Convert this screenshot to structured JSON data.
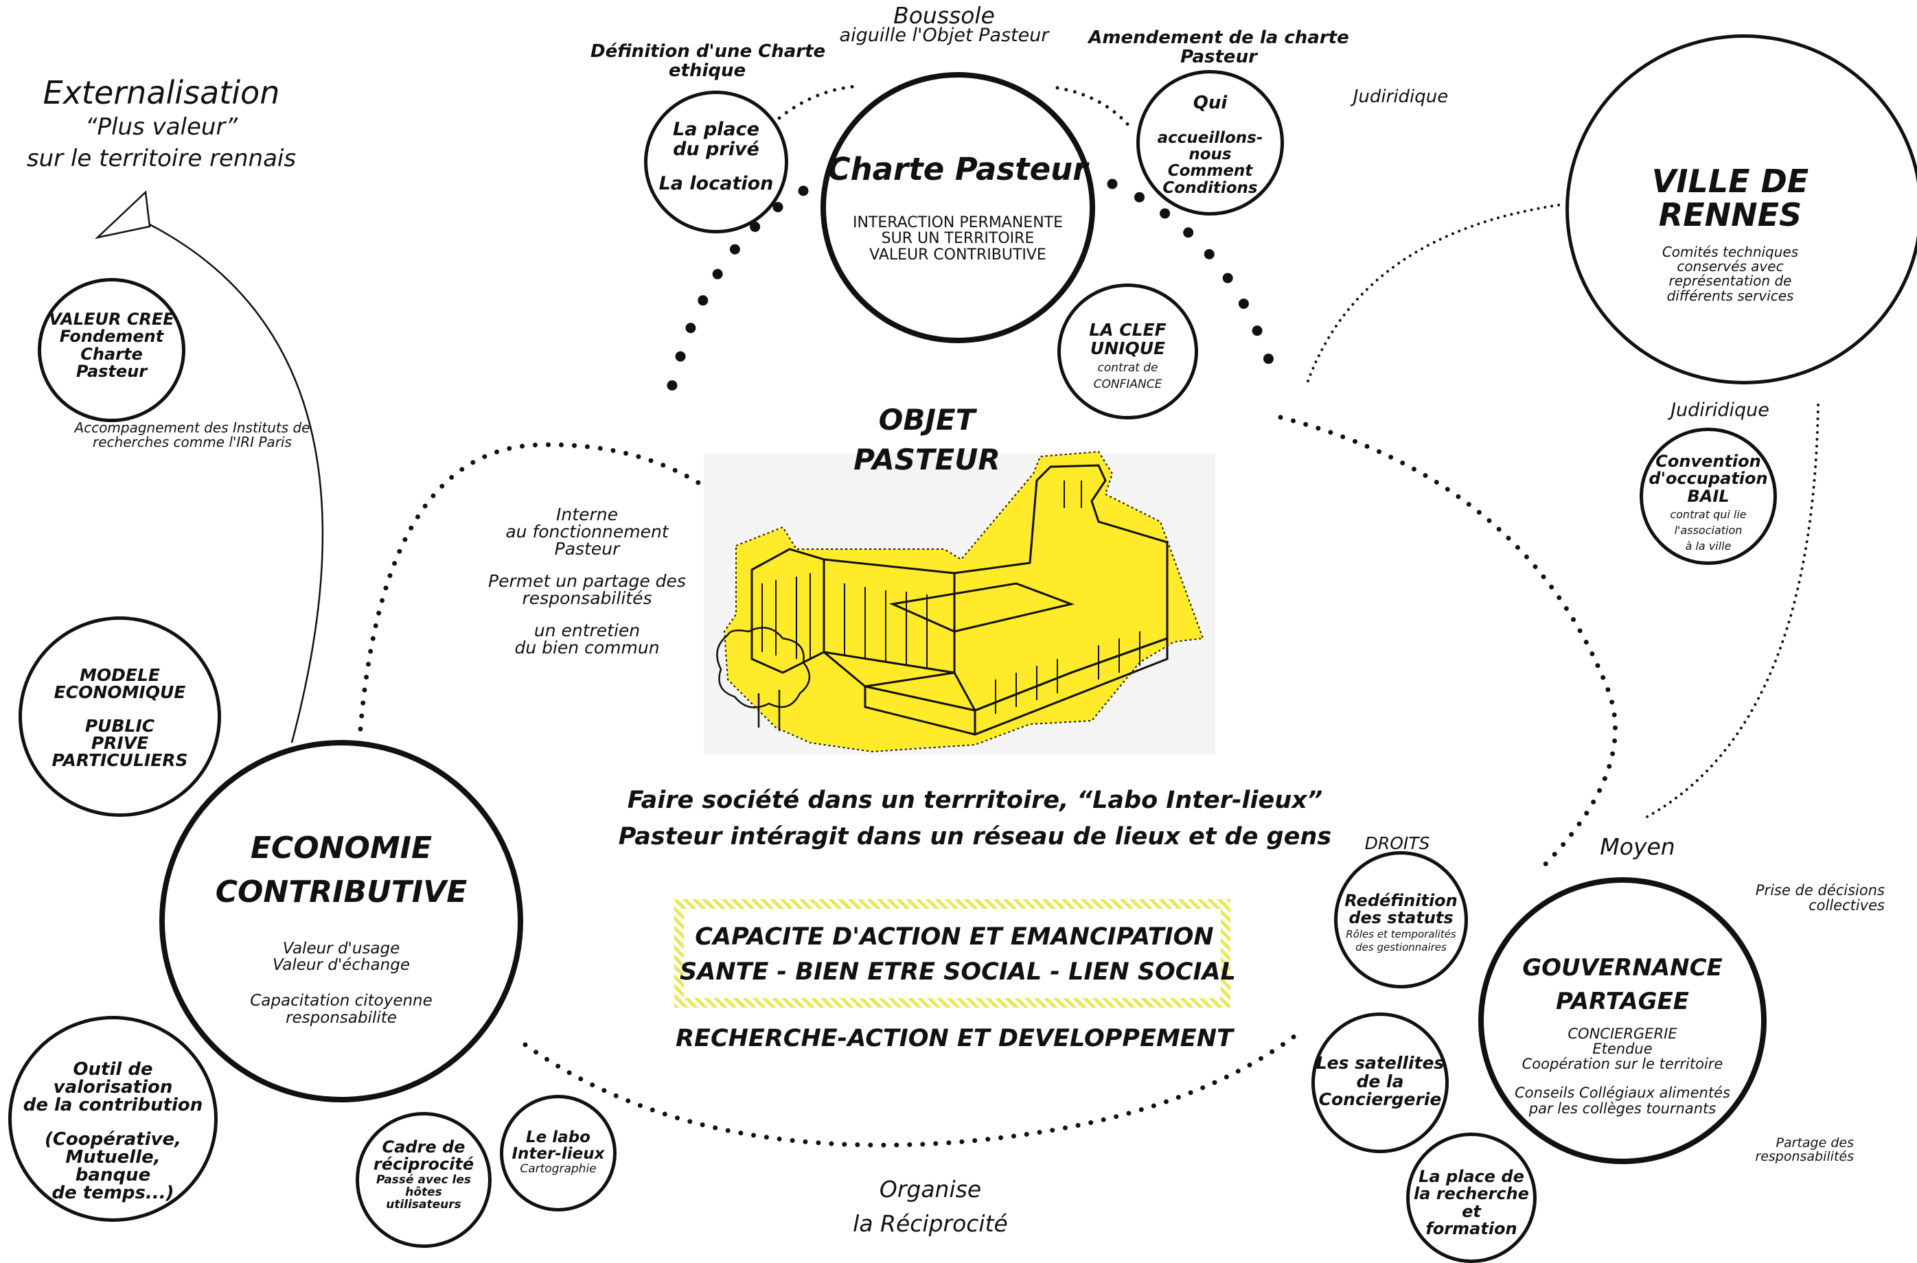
{
  "top": {
    "boussole": "Boussole",
    "aiguille": "aiguille l'Objet Pasteur",
    "definition_1": "Définition d'une Charte",
    "definition_2": "ethique",
    "amendement_1": "Amendement de la charte",
    "amendement_2": "Pasteur",
    "judiridique_top": "Judiridique"
  },
  "externalisation": {
    "title": "Externalisation",
    "line2": "“Plus valeur”",
    "line3": "sur le territoire rennais"
  },
  "charte": {
    "title": "Charte Pasteur",
    "sub1": "INTERACTION PERMANENTE",
    "sub2": "SUR UN TERRITOIRE",
    "sub3": "VALEUR CONTRIBUTIVE"
  },
  "prive": {
    "l1": "La place",
    "l2": "du privé",
    "l3": "La location"
  },
  "qui": {
    "l1": "Qui",
    "l2": "accueillons-nous",
    "l3": "Comment",
    "l4": "Conditions"
  },
  "clef": {
    "l1": "LA CLEF",
    "l2": "UNIQUE",
    "l3": "contrat de",
    "l4": "CONFIANCE"
  },
  "valeur_cree": {
    "l1": "VALEUR CREE",
    "l2": "Fondement",
    "l3": "Charte",
    "l4": "Pasteur"
  },
  "accompagnement": {
    "l1": "Accompagnement des Instituts de",
    "l2": "recherches comme l'IRI Paris"
  },
  "objet": {
    "l1": "OBJET",
    "l2": "PASTEUR"
  },
  "interne": {
    "l1": "Interne",
    "l2": "au fonctionnement",
    "l3": "Pasteur",
    "l4": "Permet un partage des",
    "l5": "responsabilités",
    "l6": "un entretien",
    "l7": "du bien commun"
  },
  "rennes": {
    "title": "VILLE DE RENNES",
    "l1": "Comités techniques",
    "l2": "conservés avec",
    "l3": "représentation de",
    "l4": "différents services"
  },
  "judiridique_right": "Judiridique",
  "convention": {
    "l1": "Convention",
    "l2": "d'occupation",
    "l3": "BAIL",
    "l4": "contrat qui lie",
    "l5": "l'association",
    "l6": "à la ville"
  },
  "modele": {
    "l1": "MODELE",
    "l2": "ECONOMIQUE",
    "l3": "PUBLIC",
    "l4": "PRIVE",
    "l5": "PARTICULIERS"
  },
  "faire_societe": {
    "l1": "Faire société dans un terrritoire, “Labo Inter-lieux”",
    "l2": "Pasteur intéragit dans un réseau de lieux et de gens"
  },
  "capacite": {
    "l1": "CAPACITE D'ACTION ET EMANCIPATION",
    "l2": "SANTE -  BIEN ETRE SOCIAL - LIEN SOCIAL"
  },
  "recherche_action": "RECHERCHE-ACTION ET DEVELOPPEMENT",
  "economie": {
    "l1": "ECONOMIE",
    "l2": "CONTRIBUTIVE",
    "l3": "Valeur d'usage",
    "l4": "Valeur d'échange",
    "l5": "Capacitation citoyenne",
    "l6": "responsabilite"
  },
  "outil": {
    "l1": "Outil de",
    "l2": "valorisation",
    "l3": "de la contribution",
    "l4": "(Coopérative,",
    "l5": "Mutuelle,",
    "l6": "banque",
    "l7": "de temps...)"
  },
  "cadre": {
    "l1": "Cadre de",
    "l2": "réciprocité",
    "l3": "Passé avec les",
    "l4": "hôtes",
    "l5": "utilisateurs"
  },
  "labo": {
    "l1": "Le labo",
    "l2": "Inter-lieux",
    "l3": "Cartographie"
  },
  "organise": {
    "l1": "Organise",
    "l2": "la Réciprocité"
  },
  "droits": "DROITS",
  "moyen": "Moyen",
  "redefinition": {
    "l1": "Redéfinition",
    "l2": "des statuts",
    "l3": "Rôles et temporalités",
    "l4": "des gestionnaires"
  },
  "satellites": {
    "l1": "Les satellites",
    "l2": "de la",
    "l3": "Conciergerie"
  },
  "place_recherche": {
    "l1": "La place de",
    "l2": "la recherche",
    "l3": "et",
    "l4": "formation"
  },
  "gouvernance": {
    "l1": "GOUVERNANCE",
    "l2": "PARTAGEE",
    "l3": "CONCIERGERIE",
    "l4": "Etendue",
    "l5": "Coopération sur le territoire",
    "l6": "Conseils Collégiaux alimentés",
    "l7": "par les collèges tournants"
  },
  "prise": {
    "l1": "Prise de décisions",
    "l2": "collectives"
  },
  "partage": {
    "l1": "Partage des",
    "l2": "responsabilités"
  }
}
